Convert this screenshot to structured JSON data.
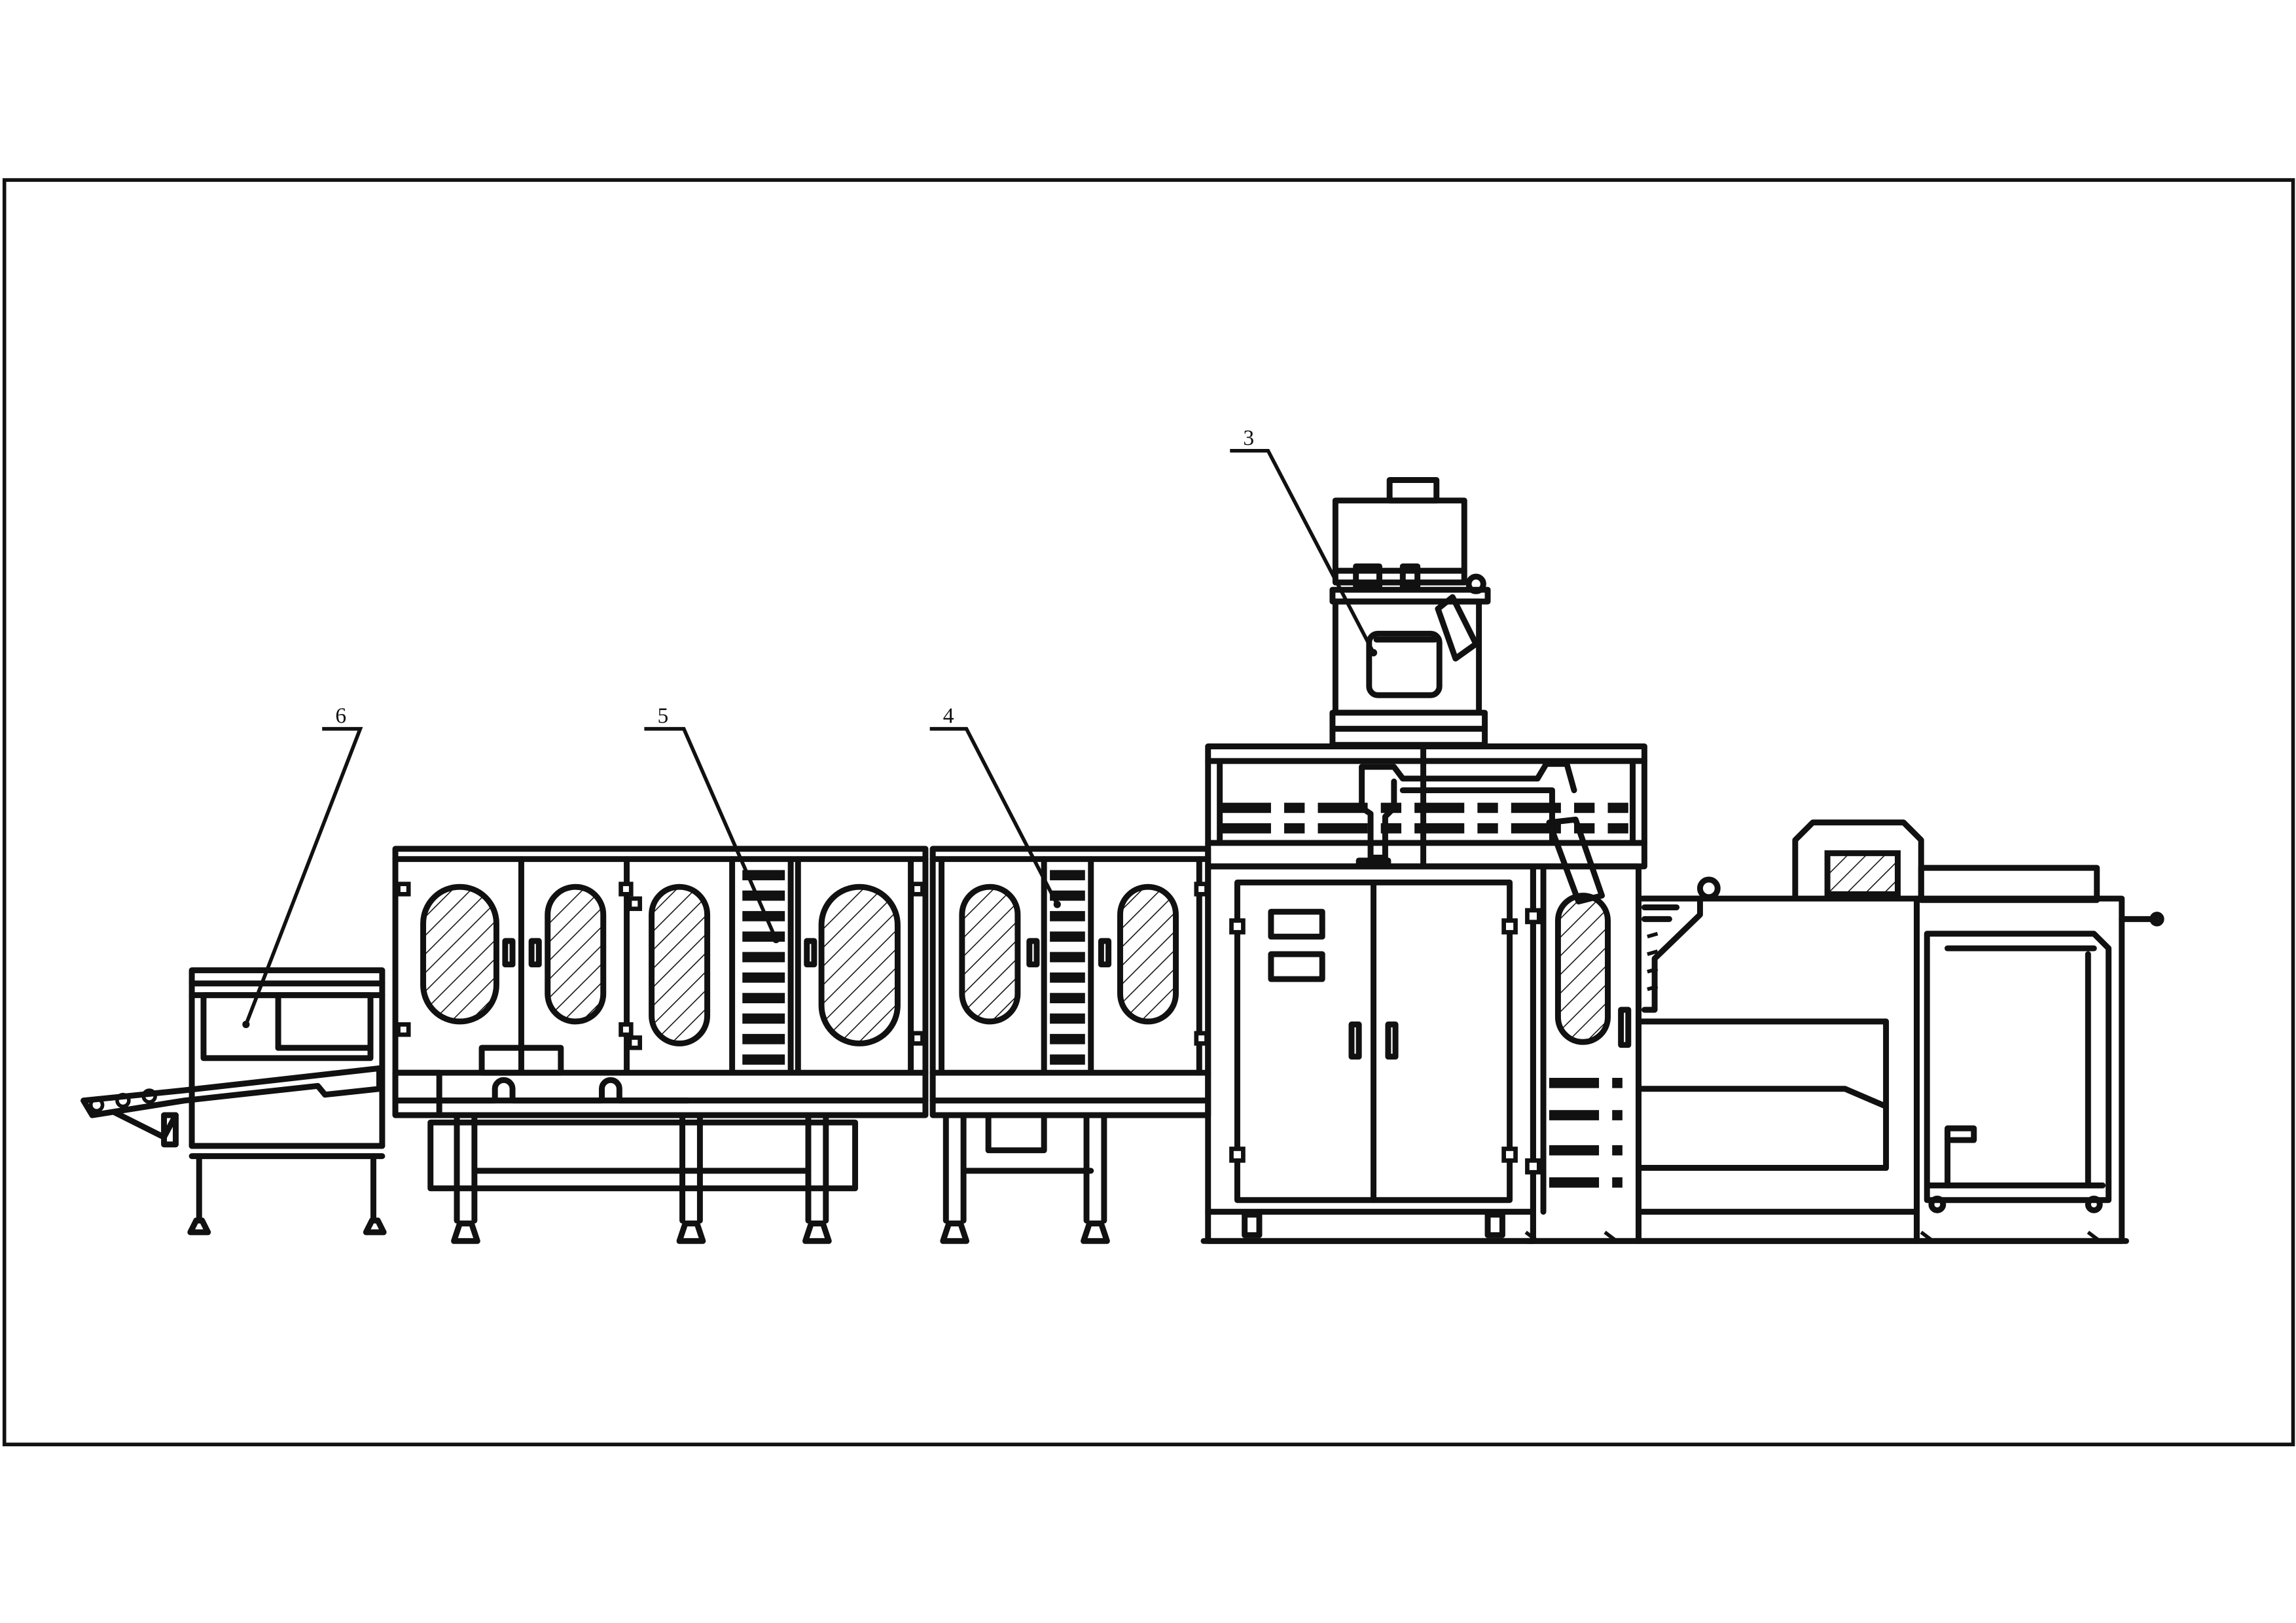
{
  "drawing": {
    "callouts": [
      {
        "id": "3",
        "label": "3"
      },
      {
        "id": "4",
        "label": "4"
      },
      {
        "id": "5",
        "label": "5"
      },
      {
        "id": "6",
        "label": "6"
      }
    ]
  }
}
